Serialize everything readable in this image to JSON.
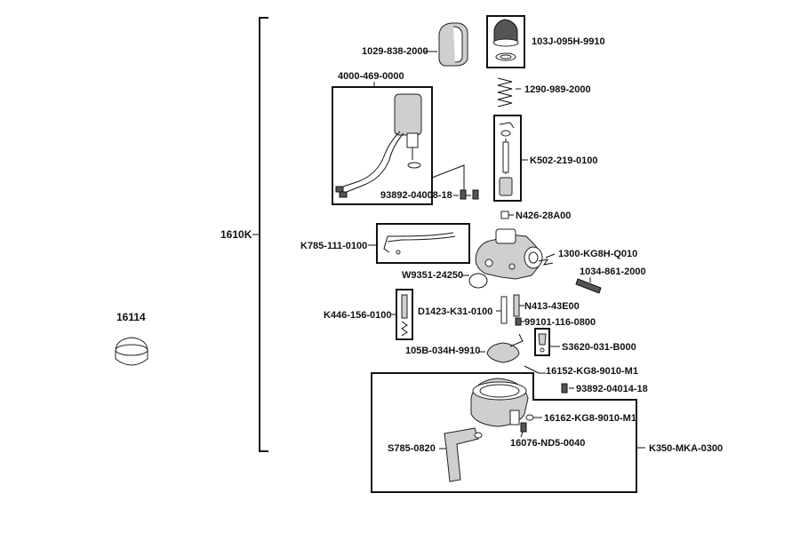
{
  "assembly": {
    "main": "1610K",
    "cap": "16114"
  },
  "parts": [
    {
      "id": "p01",
      "number": "1029-838-2000"
    },
    {
      "id": "p02",
      "number": "103J-095H-9910"
    },
    {
      "id": "p03",
      "number": "4000-469-0000"
    },
    {
      "id": "p04",
      "number": "1290-989-2000"
    },
    {
      "id": "p05",
      "number": "K502-219-0100"
    },
    {
      "id": "p06",
      "number": "93892-04008-18"
    },
    {
      "id": "p07",
      "number": "N426-28A00"
    },
    {
      "id": "p08",
      "number": "K785-111-0100"
    },
    {
      "id": "p09",
      "number": "1300-KG8H-Q010"
    },
    {
      "id": "p10",
      "number": "1034-861-2000"
    },
    {
      "id": "p11",
      "number": "W9351-24250"
    },
    {
      "id": "p12",
      "number": "N413-43E00"
    },
    {
      "id": "p13",
      "number": "K446-156-0100"
    },
    {
      "id": "p14",
      "number": "D1423-K31-0100"
    },
    {
      "id": "p15",
      "number": "99101-116-0800"
    },
    {
      "id": "p16",
      "number": "S3620-031-B000"
    },
    {
      "id": "p17",
      "number": "105B-034H-9910"
    },
    {
      "id": "p18",
      "number": "16152-KG8-9010-M1"
    },
    {
      "id": "p19",
      "number": "93892-04014-18"
    },
    {
      "id": "p20",
      "number": "16162-KG8-9010-M1"
    },
    {
      "id": "p21",
      "number": "S785-0820"
    },
    {
      "id": "p22",
      "number": "16076-ND5-0040"
    },
    {
      "id": "p23",
      "number": "K350-MKA-0300"
    }
  ]
}
